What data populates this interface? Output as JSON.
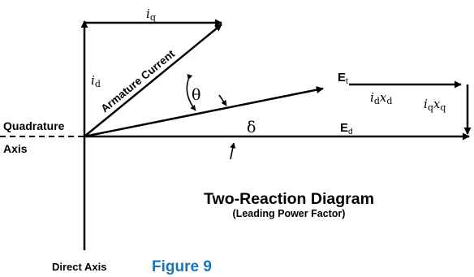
{
  "labels": {
    "quadrature_line1": "Quadrature",
    "quadrature_line2": "Axis",
    "direct_axis": "Direct Axis",
    "armature_current": "Armature Current",
    "theta": "θ",
    "delta": "δ",
    "iq_sym": "i",
    "iq_sub": "q",
    "id_sym": "i",
    "id_sub": "d",
    "et_sym": "E",
    "et_sub": "t",
    "ed_sym": "E",
    "ed_sub": "d",
    "idxd_i": "i",
    "idxd_isub": "d",
    "idxd_x": "x",
    "idxd_xsub": "d",
    "iqxq_i": "i",
    "iqxq_isub": "q",
    "iqxq_x": "x",
    "iqxq_xsub": "q"
  },
  "title": {
    "main": "Two-Reaction Diagram",
    "sub": "(Leading Power Factor)"
  },
  "figure_label": "Figure 9",
  "colors": {
    "line": "#000000",
    "figure_label": "#1b73b8",
    "background": "#ffffff"
  }
}
